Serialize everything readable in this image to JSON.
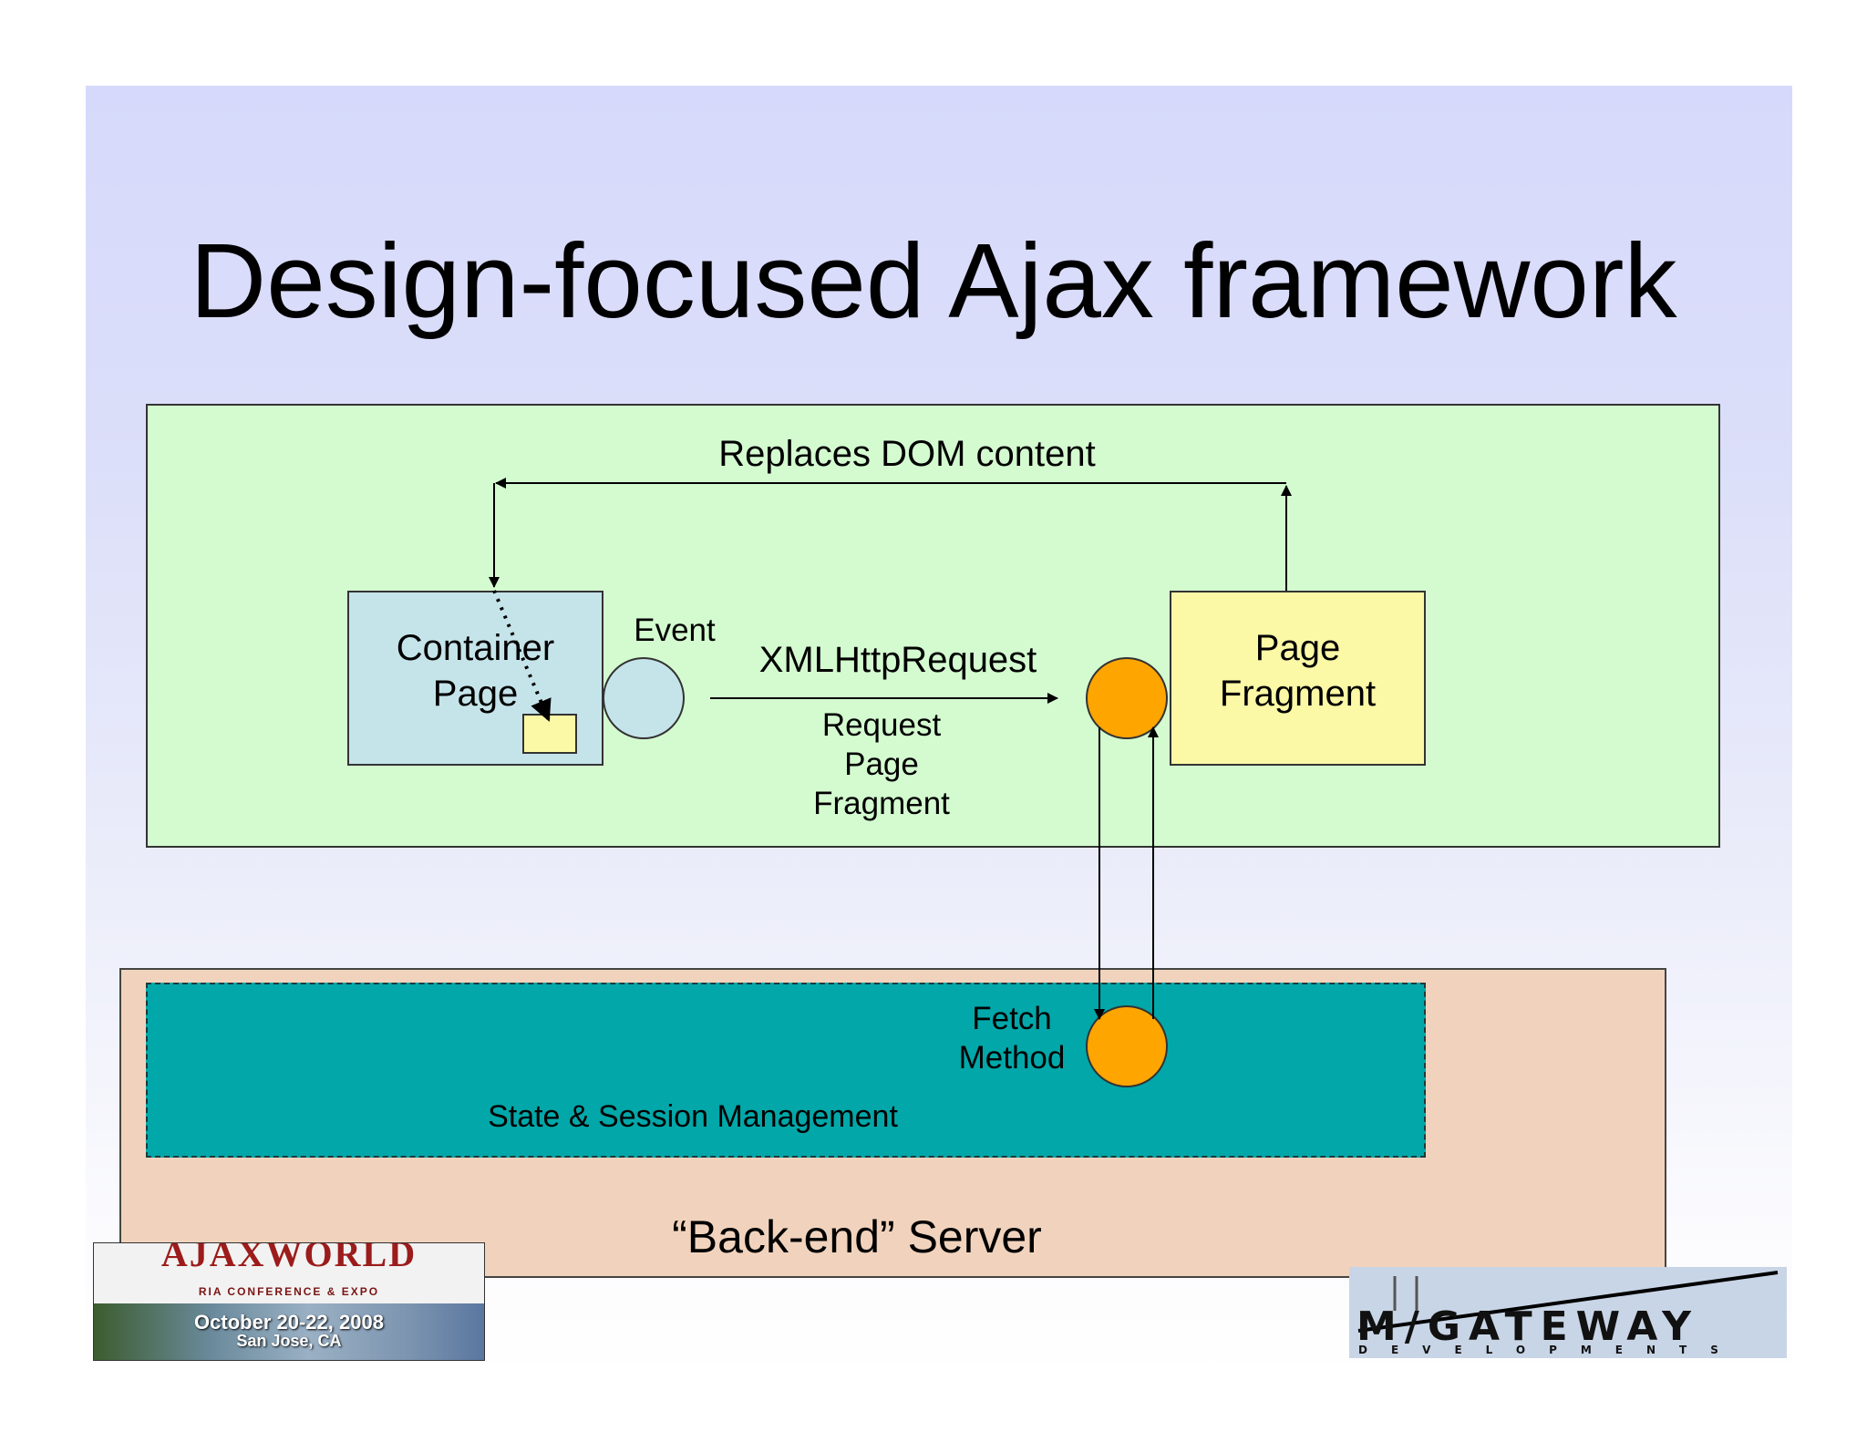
{
  "slide": {
    "title": "Design-focused Ajax framework"
  },
  "diagram": {
    "replaces_label": "Replaces DOM content",
    "container_label": [
      "Container",
      "Page"
    ],
    "event_label": "Event",
    "xhr_label": "XMLHttpRequest",
    "request_label": [
      "Request",
      "Page",
      "Fragment"
    ],
    "fragment_label": [
      "Page",
      "Fragment"
    ],
    "fetch_label": [
      "Fetch",
      "Method"
    ],
    "state_label": "State & Session Management",
    "server_label": "“Back-end” Server"
  },
  "colors": {
    "client_zone": "#d4fbd0",
    "server_zone": "#f1d3bd",
    "state_zone": "#02a7a9",
    "container": "#c5e4ea",
    "fragment": "#fbf8a6",
    "node_orange": "#ffa500"
  },
  "logos": {
    "left": {
      "brand": "AJAXWORLD",
      "subtitle": "RIA CONFERENCE & EXPO",
      "date": "October 20-22, 2008",
      "place": "San Jose, CA"
    },
    "right": {
      "name": "M/GATEWAY",
      "tagline": "DEVELOPMENTS"
    }
  }
}
